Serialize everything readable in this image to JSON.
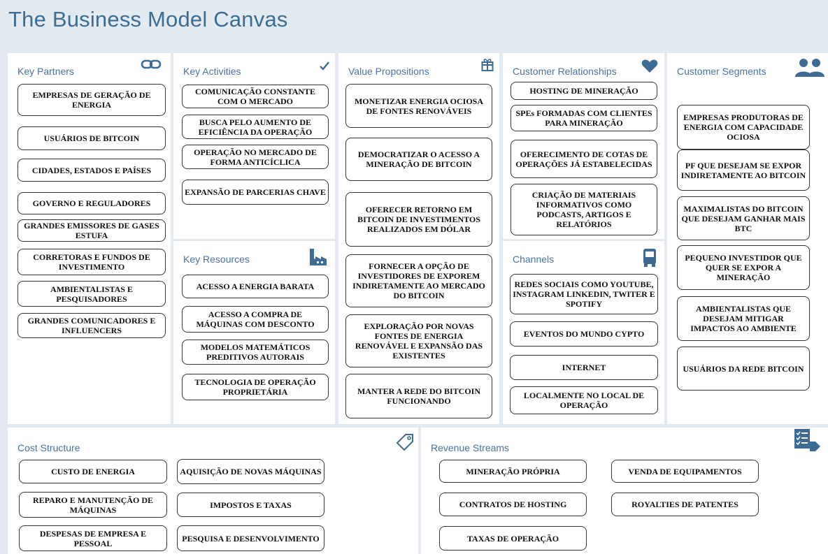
{
  "title": "The Business Model Canvas",
  "sections": {
    "key_partners": {
      "title": "Key Partners",
      "icon": "link-icon",
      "items": [
        "EMPRESAS DE GERAÇÃO DE ENERGIA",
        "USUÁRIOS DE BITCOIN",
        "CIDADES, ESTADOS E PAÍSES",
        "GOVERNO E REGULADORES",
        "GRANDES EMISSORES DE GASES ESTUFA",
        "CORRETORAS E FUNDOS DE INVESTIMENTO",
        "AMBIENTALISTAS E PESQUISADORES",
        "GRANDES COMUNICADORES E INFLUENCERS"
      ]
    },
    "key_activities": {
      "title": "Key Activities",
      "icon": "check-icon",
      "items": [
        "COMUNICAÇÃO CONSTANTE COM O MERCADO",
        "BUSCA PELO AUMENTO DE EFICIÊNCIA DA OPERAÇÃO",
        "OPERAÇÃO NO MERCADO DE FORMA ANTICÍCLICA",
        "EXPANSÃO DE PARCERIAS CHAVE"
      ]
    },
    "key_resources": {
      "title": "Key Resources",
      "icon": "factory-icon",
      "items": [
        "ACESSO A ENERGIA BARATA",
        "ACESSO A COMPRA DE MÁQUINAS COM DESCONTO",
        "MODELOS MATEMÁTICOS PREDITIVOS AUTORAIS",
        "TECNOLOGIA DE OPERAÇÃO PROPRIETÁRIA"
      ]
    },
    "value_propositions": {
      "title": "Value Propositions",
      "icon": "gift-icon",
      "items": [
        "MONETIZAR ENERGIA OCIOSA DE FONTES RENOVÁVEIS",
        "DEMOCRATIZAR O ACESSO A MINERAÇÃO DE BITCOIN",
        "OFERECER RETORNO EM BITCOIN DE INVESTIMENTOS REALIZADOS EM DÓLAR",
        "FORNECER A OPÇÃO DE INVESTIDORES DE EXPOREM INDIRETAMENTE AO MERCADO DO BITCOIN",
        "EXPLORAÇÃO POR NOVAS FONTES DE ENERGIA RENOVÁVEL E EXPANSÃO DAS EXISTENTES",
        "MANTER A REDE DO BITCOIN FUNCIONANDO"
      ]
    },
    "customer_relationships": {
      "title": "Customer Relationships",
      "icon": "heart-icon",
      "items": [
        "HOSTING DE MINERAÇÃO",
        "SPEs FORMADAS COM CLIENTES PARA MINERAÇÃO",
        "OFERECIMENTO DE COTAS DE OPERAÇÕES JÁ ESTABELECIDAS",
        "CRIAÇÃO DE MATERIAIS INFORMATIVOS COMO PODCASTS, ARTIGOS E RELATÓRIOS"
      ]
    },
    "channels": {
      "title": "Channels",
      "icon": "truck-icon",
      "items": [
        "REDES SOCIAIS COMO YOUTUBE, INSTAGRAM LINKEDIN, TWITER E SPOTIFY",
        "EVENTOS DO MUNDO CYPTO",
        "INTERNET",
        "LOCALMENTE NO LOCAL DE OPERAÇÃO"
      ]
    },
    "customer_segments": {
      "title": "Customer Segments",
      "icon": "people-icon",
      "items": [
        "EMPRESAS PRODUTORAS DE ENERGIA COM CAPACIDADE OCIOSA",
        "PF QUE DESEJAM SE EXPOR INDIRETAMENTE AO BITCOIN",
        "MAXIMALISTAS DO BITCOIN QUE DESEJAM GANHAR MAIS BTC",
        "PEQUENO INVESTIDOR QUE QUER SE EXPOR A MINERAÇÃO",
        "AMBIENTALISTAS QUE DESEJAM MITIGAR IMPACTOS AO AMBIENTE",
        "USUÁRIOS DA REDE BITCOIN"
      ]
    },
    "cost_structure": {
      "title": "Cost Structure",
      "icon": "tag-icon",
      "items": [
        "CUSTO DE ENERGIA",
        "AQUISIÇÃO DE NOVAS MÁQUINAS",
        "REPARO E MANUTENÇÃO DE MÁQUINAS",
        "IMPOSTOS E TAXAS",
        "DESPESAS DE EMPRESA E PESSOAL",
        "PESQUISA E DESENVOLVIMENTO"
      ]
    },
    "revenue_streams": {
      "title": "Revenue Streams",
      "icon": "checklist-icon",
      "items": [
        "MINERAÇÃO PRÓPRIA",
        "VENDA DE EQUIPAMENTOS",
        "CONTRATOS DE HOSTING",
        "ROYALTIES DE PATENTES",
        "TAXAS DE OPERAÇÃO"
      ]
    }
  }
}
